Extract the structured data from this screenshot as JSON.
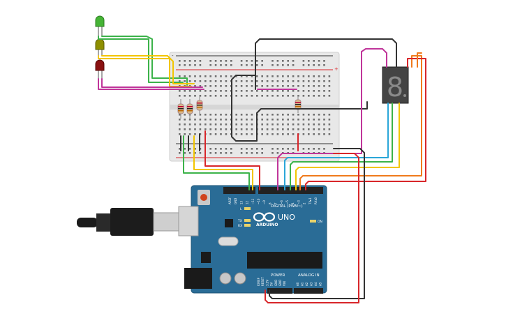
{
  "arduino": {
    "brand_label": "ARDUINO",
    "model_label": "UNO",
    "digital_label": "DIGITAL (PWM~)",
    "power_label": "POWER",
    "analog_label": "ANALOG IN",
    "on_label": "ON",
    "l_label": "L",
    "tx_label": "TX",
    "rx_label": "RX",
    "digital_pins": [
      "AREF",
      "GND",
      "13",
      "12",
      "~11",
      "~10",
      "~9",
      "8",
      "7",
      "~6",
      "~5",
      "4",
      "~3",
      "2",
      "TX▸1",
      "RX◂0"
    ],
    "power_pins": [
      "IOREF",
      "RESET",
      "3.3V",
      "5V",
      "GND",
      "GND",
      "VIN"
    ],
    "analog_pins": [
      "A0",
      "A1",
      "A2",
      "A3",
      "A4",
      "A5"
    ]
  },
  "breadboard": {
    "plus_label": "+",
    "minus_label": "-"
  },
  "display": {
    "digit": "8"
  },
  "colors": {
    "board_blue": "#2a6c96",
    "wire_green": "#3cb34a",
    "wire_yellow": "#f2c500",
    "wire_magenta": "#c0359a",
    "wire_red": "#d8262a",
    "wire_orange": "#f07a1c",
    "wire_blue": "#2aa6d8",
    "wire_black": "#333333",
    "led_green": "#46b436",
    "led_olive": "#8e8f00",
    "led_red": "#8a1010"
  }
}
